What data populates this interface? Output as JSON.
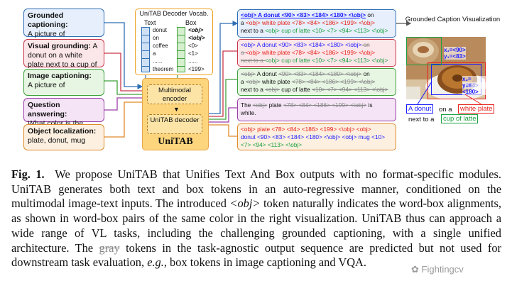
{
  "tasks": [
    {
      "name": "Grounded captioning:",
      "text": "A picture of",
      "border": "#2f6fb5",
      "bg": "#e6effb"
    },
    {
      "name": "Visual grounding:",
      "text": "A donut on a white plate next to a cup of latte.",
      "border": "#c8364a",
      "bg": "#fbe6e9"
    },
    {
      "name": "Image captioning:",
      "text": "A picture of",
      "border": "#3ea13a",
      "bg": "#e7f5e3"
    },
    {
      "name": "Question answering:",
      "text": "What color is the plate?",
      "border": "#9b3fa8",
      "bg": "#f4e4f5"
    },
    {
      "name": "Object localization:",
      "text": "plate, donut, mug",
      "border": "#e08a2a",
      "bg": "#fdf0e0"
    }
  ],
  "vocab": {
    "title": "UniTAB Decoder Vocab.",
    "text_header": "Text",
    "box_header": "Box",
    "text_items": [
      "donut",
      "on",
      "coffee",
      "a",
      "......",
      "theorem"
    ],
    "box_items": [
      "<obj>",
      "<\\obj>",
      "<0>",
      "<1>",
      "......",
      "<199>"
    ]
  },
  "model": {
    "encoder": "Multimodal encoder",
    "decoder": "UniTAB decoder",
    "name": "UniTAB"
  },
  "outputs": {
    "o1": {
      "l1a": "<obj> A donut <90> <83> <184> <180> <\\obj>",
      "l1b": " on",
      "l2a": "a ",
      "l2b": "<obj> white plate <78> <84> <186> <199> <\\obj>",
      "l3a": "next to a ",
      "l3b": "<obj> cup of latte <10> <7> <94> <113> <\\obj>"
    },
    "o2": {
      "l1a": "<obj> A donut <90> <83> <184> <180> <\\obj>",
      "l1b": " on",
      "l2a": "a ",
      "l2b": "<obj> white plate <78> <84> <186> <199> <\\obj>",
      "l3a": "next to a ",
      "l3b": "<obj> cup of latte <10> <7> <94> <113> <\\obj>"
    },
    "o3": {
      "l1a": "<obj>",
      "l1b": " A donut ",
      "l1c": "<90> <83> <184> <180> <\\obj>",
      "l1d": " on",
      "l2a": "a ",
      "l2b": "<obj>",
      "l2c": " white plate ",
      "l2d": "<78> <84> <186> <199> <\\obj>",
      "l3a": "next to a ",
      "l3b": "<obj>",
      "l3c": " cup of latte ",
      "l3d": "<10> <7> <94> <113> <\\obj>"
    },
    "o4": {
      "l1a": "The ",
      "l1b": "<obj>",
      "l1c": " plate ",
      "l1d": "<78> <84> <186> <199> <\\obj>",
      "l1e": " is",
      "l2a": "white."
    },
    "o5": {
      "l1": "<obj> plate <78> <84> <186> <199> <\\obj> <obj>",
      "l2": "donut <90> <83> <184> <180> <\\obj> <obj> mug <10>",
      "l3": "<7> <94> <113> <\\obj>"
    }
  },
  "viz": {
    "title": "Grounded Caption Visualization",
    "coord1": "x₁=<90>",
    "coord2": "y₁=<83>",
    "coord3": "x₂=<184>",
    "coord4": "y₂=<180>",
    "phrase_donut": "A donut",
    "phrase_on_a": "on a",
    "phrase_plate": "white plate",
    "phrase_next": "next to a",
    "phrase_cup": "cup of latte"
  },
  "caption": {
    "label": "Fig. 1.",
    "s1": "We propose UniTAB that Unifies Text And Box outputs with no format-specific modules. UniTAB generates both text and box tokens in an auto-regressive manner, conditioned on the multimodal image-text inputs. The introduced ",
    "obj": "<obj>",
    "s2": " token naturally indicates the word-box alignments, as shown in word-box pairs of the same color in the right visualization. UniTAB thus can approach a wide range of VL tasks, including the challenging grounded captioning, with a single unified architecture. The ",
    "gray": "gray",
    "s3": " tokens in the task-agnostic output sequence are predicted but not used for downstream task evaluation, ",
    "eg": "e.g.",
    "s4": ", box tokens in image captioning and VQA."
  },
  "watermark": "Fightingcv",
  "colors": {
    "blue": "#1a1aff",
    "red": "#e8201a",
    "green": "#1ba040",
    "gray": "#888888"
  }
}
